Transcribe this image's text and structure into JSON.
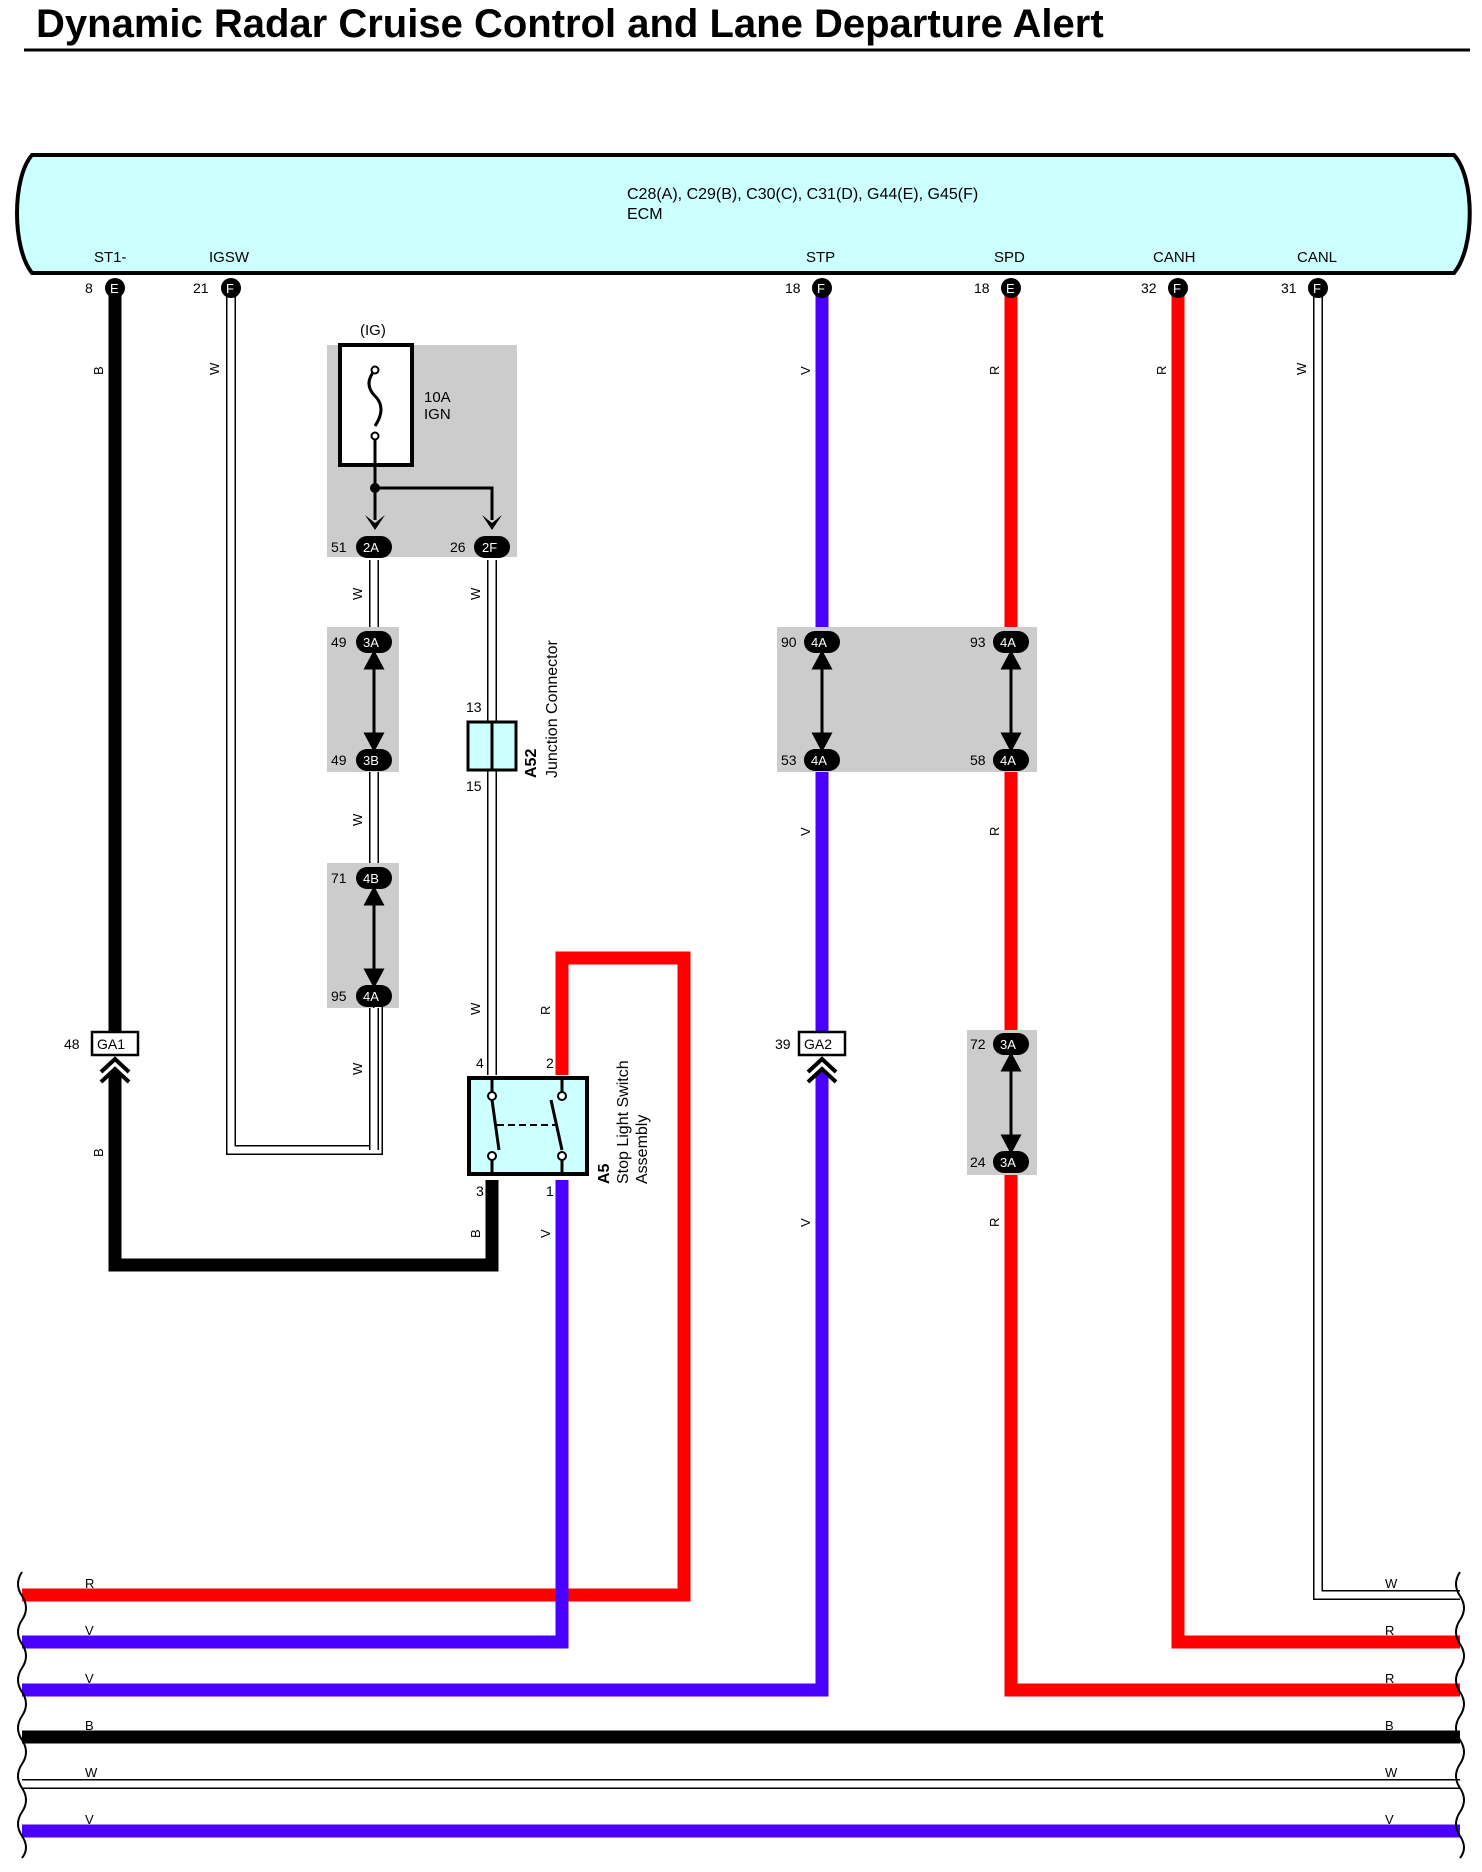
{
  "title": "Dynamic Radar Cruise Control and Lane Departure Alert",
  "colors": {
    "B": "#000000",
    "W": "#ffffff",
    "R": "#ff0000",
    "V": "#4a00ff",
    "ecm_fill": "#ccffff",
    "shade": "#cccccc"
  },
  "ecm": {
    "connectors": "C28(A), C29(B), C30(C), C31(D), G44(E), G45(F)",
    "name": "ECM",
    "pins": [
      {
        "name": "ST1-",
        "num": "8",
        "conn": "E"
      },
      {
        "name": "IGSW",
        "num": "21",
        "conn": "F"
      },
      {
        "name": "STP",
        "num": "18",
        "conn": "F"
      },
      {
        "name": "SPD",
        "num": "18",
        "conn": "E"
      },
      {
        "name": "CANH",
        "num": "32",
        "conn": "F"
      },
      {
        "name": "CANL",
        "num": "31",
        "conn": "F"
      }
    ]
  },
  "fuse": {
    "circuit": "(IG)",
    "rating": "10A",
    "name": "IGN"
  },
  "junction_connector": {
    "id": "A52",
    "name": "Junction Connector",
    "pin_top": "13",
    "pin_bottom": "15"
  },
  "stop_light_switch": {
    "id": "A5",
    "name_line1": "Stop Light Switch",
    "name_line2": "Assembly",
    "pins": [
      "4",
      "2",
      "3",
      "1"
    ]
  },
  "connectors": [
    {
      "id": "c51",
      "num": "51",
      "code": "2A"
    },
    {
      "id": "c26",
      "num": "26",
      "code": "2F"
    },
    {
      "id": "c49a",
      "num": "49",
      "code": "3A"
    },
    {
      "id": "c49b",
      "num": "49",
      "code": "3B"
    },
    {
      "id": "c71",
      "num": "71",
      "code": "4B"
    },
    {
      "id": "c95",
      "num": "95",
      "code": "4A"
    },
    {
      "id": "c90",
      "num": "90",
      "code": "4A"
    },
    {
      "id": "c53",
      "num": "53",
      "code": "4A"
    },
    {
      "id": "c93",
      "num": "93",
      "code": "4A"
    },
    {
      "id": "c58",
      "num": "58",
      "code": "4A"
    },
    {
      "id": "c72",
      "num": "72",
      "code": "3A"
    },
    {
      "id": "c24",
      "num": "24",
      "code": "3A"
    }
  ],
  "ga": [
    {
      "id": "ga1",
      "num": "48",
      "code": "GA1"
    },
    {
      "id": "ga2",
      "num": "39",
      "code": "GA2"
    }
  ],
  "wire_labels": {
    "b": "B",
    "w": "W",
    "r": "R",
    "v": "V"
  },
  "bottom_bus": {
    "left": [
      "R",
      "V",
      "V",
      "B",
      "W",
      "V"
    ],
    "right": [
      "W",
      "R",
      "R",
      "B",
      "W",
      "V"
    ]
  }
}
